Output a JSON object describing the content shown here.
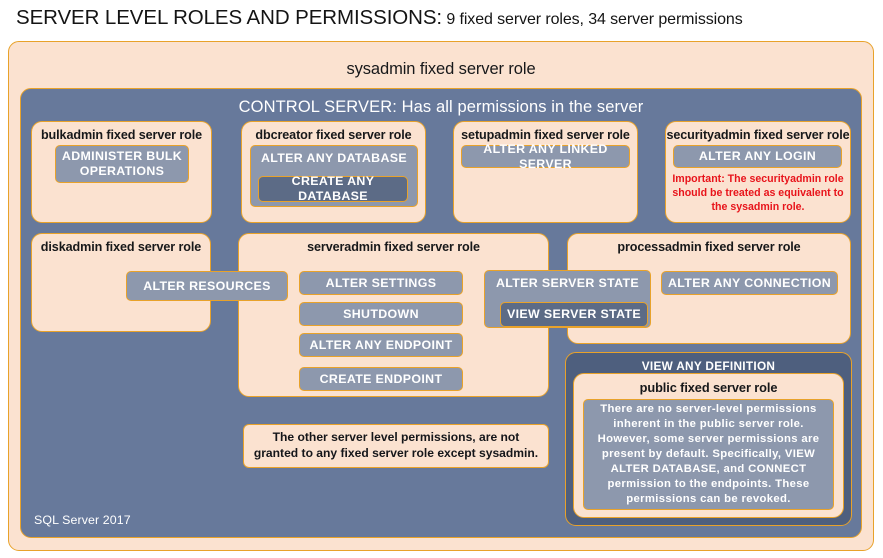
{
  "title": {
    "strong": "SERVER LEVEL ROLES AND PERMISSIONS:",
    "sub": " 9 fixed server roles, 34 server permissions"
  },
  "outer_role": {
    "label": "sysadmin fixed server role"
  },
  "control_server": {
    "label": "CONTROL SERVER: Has all permissions in the server"
  },
  "roles": {
    "bulkadmin": {
      "label": "bulkadmin fixed server role",
      "permissions": [
        "ADMINISTER  BULK OPERATIONS"
      ]
    },
    "dbcreator": {
      "label": "dbcreator fixed server role",
      "permissions": [
        "ALTER ANY DATABASE",
        "CREATE  ANY DATABASE"
      ]
    },
    "setupadmin": {
      "label": "setupadmin fixed server role",
      "permissions": [
        "ALTER ANY LINKED SERVER"
      ]
    },
    "securityadmin": {
      "label": "securityadmin fixed server role",
      "permissions": [
        "ALTER ANY LOGIN"
      ],
      "note": "Important:  The securityadmin role should  be treated  as equivalent to the sysadmin role."
    },
    "diskadmin": {
      "label": "diskadmin fixed server role",
      "permissions": [
        "ALTER RESOURCES"
      ]
    },
    "serveradmin": {
      "label": "serveradmin fixed server role",
      "permissions": [
        "ALTER SETTINGS",
        "SHUTDOWN",
        "ALTER ANY ENDPOINT",
        "CREATE  ENDPOINT"
      ]
    },
    "processadmin": {
      "label": "processadmin fixed server role",
      "permissions": [
        "ALTER ANY CONNECTION"
      ]
    },
    "shared": {
      "alter_server_state": "ALTER SERVER STATE",
      "view_server_state": "VIEW SERVER  STATE"
    },
    "public": {
      "view_any_definition": "VIEW ANY DEFINITION",
      "label": "public  fixed server role",
      "note": "There are no server-level permissions inherent in the public server role. However, some server permissions are present by default. Specifically, VIEW ALTER DATABASE, and CONNECT permission to the endpoints. These permissions can be revoked."
    }
  },
  "other_permissions_note": "The other server level permissions,  are not granted to any fixed server role except sysadmin.",
  "footer": {
    "label": "SQL Server 2017"
  },
  "colors": {
    "peach": "#fbe2d0",
    "gold_border": "#e8a22a",
    "slate": "#67799b",
    "dark_slate": "#4e5f7e",
    "permission_chip": "#8d98ad",
    "permission_chip_dark": "#5c6b86",
    "warning_red": "#e8141b"
  }
}
